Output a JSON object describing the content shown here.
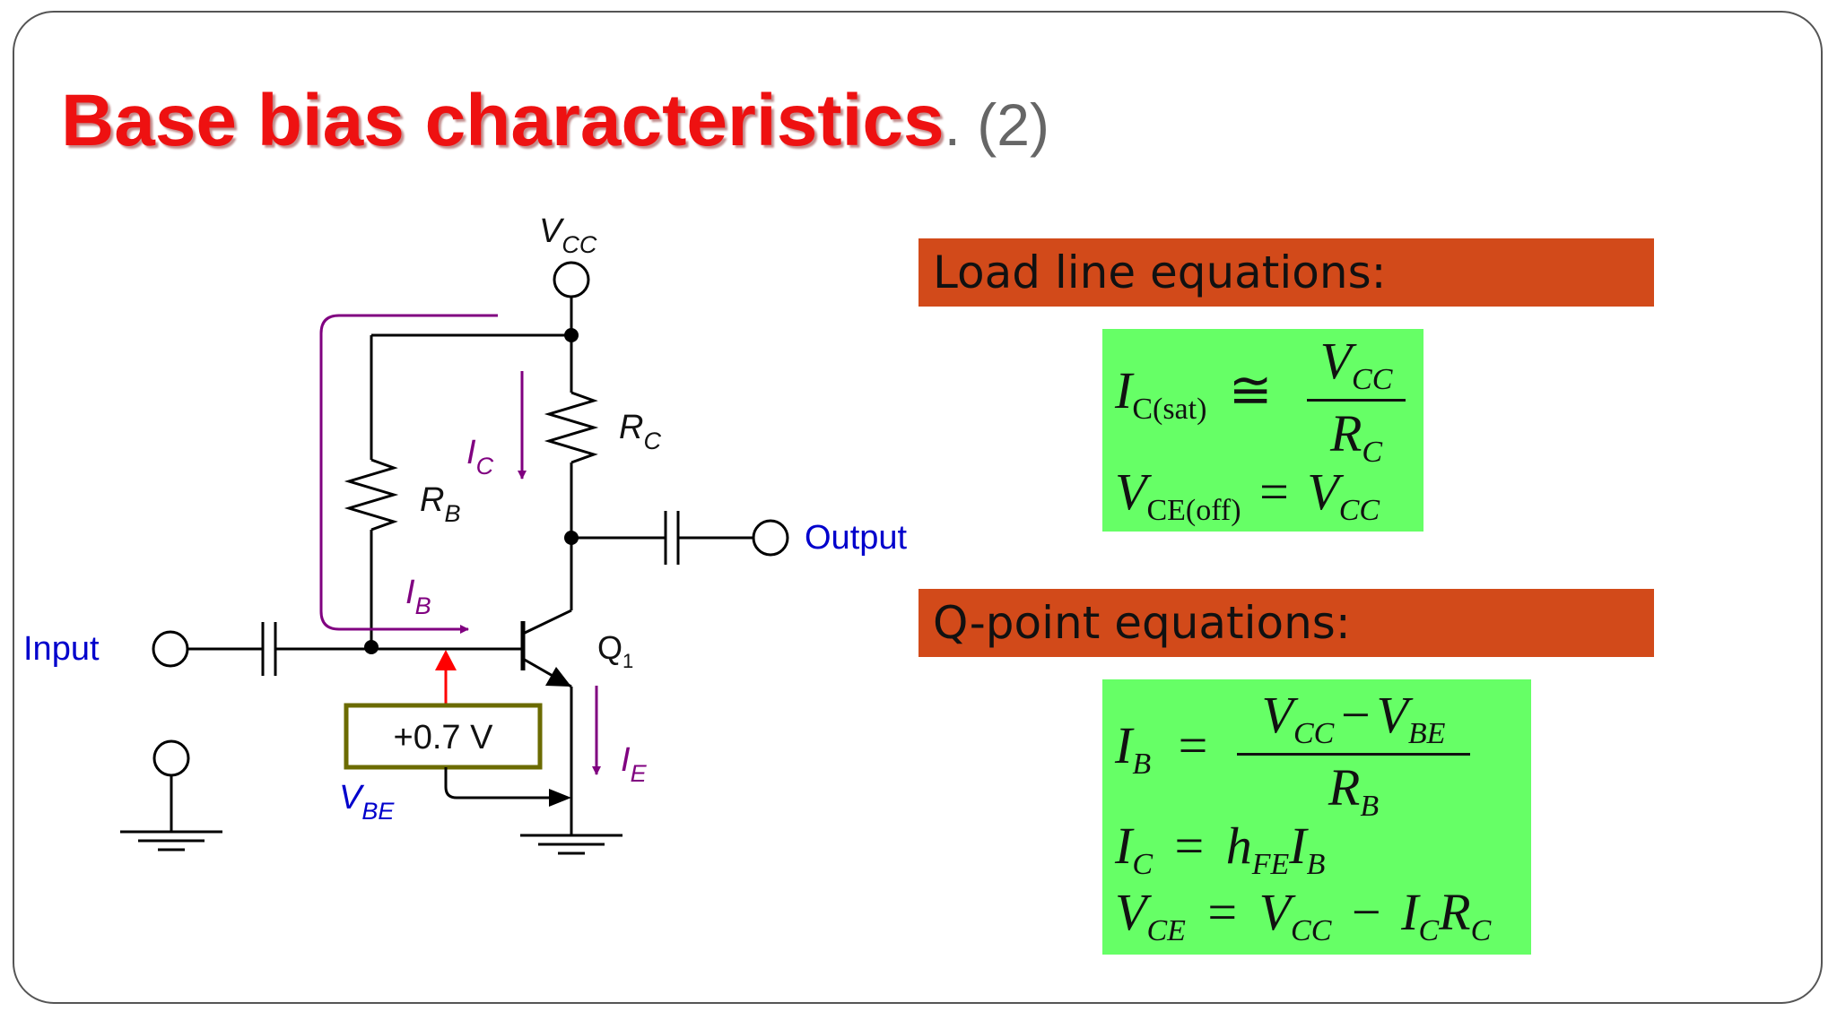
{
  "slide": {
    "title": "Base bias characteristics",
    "title_suffix": ". (2)"
  },
  "circuit": {
    "vcc_label": "V",
    "vcc_sub": "CC",
    "rc_label": "R",
    "rc_sub": "C",
    "rb_label": "R",
    "rb_sub": "B",
    "ic_label": "I",
    "ic_sub": "C",
    "ib_label": "I",
    "ib_sub": "B",
    "ie_label": "I",
    "ie_sub": "E",
    "q_label": "Q",
    "q_sub": "1",
    "input_label": "Input",
    "output_label": "Output",
    "vbe_value": "+0.7 V",
    "vbe_label": "V",
    "vbe_sub": "BE",
    "colors": {
      "wire": "#000000",
      "current_arrow": "#800080",
      "vbe_arrow": "#ff0000",
      "io_label": "#0000cc",
      "vbe_box_border": "#6b6b00"
    }
  },
  "load_line": {
    "header": "Load line equations:",
    "eq1": {
      "lhs": "I",
      "lhs_sub": "C(sat)",
      "op": "≅",
      "num": "V",
      "num_sub": "CC",
      "den": "R",
      "den_sub": "C"
    },
    "eq2": {
      "lhs": "V",
      "lhs_sub": "CE(off)",
      "op": "=",
      "rhs": "V",
      "rhs_sub": "CC"
    }
  },
  "q_point": {
    "header": "Q-point equations:",
    "eq1": {
      "lhs": "I",
      "lhs_sub": "B",
      "op": "=",
      "num_a": "V",
      "num_a_sub": "CC",
      "minus": "−",
      "num_b": "V",
      "num_b_sub": "BE",
      "den": "R",
      "den_sub": "B"
    },
    "eq2": {
      "lhs": "I",
      "lhs_sub": "C",
      "op": "=",
      "h": "h",
      "h_sub": "FE",
      "i": "I",
      "i_sub": "B"
    },
    "eq3": {
      "lhs": "V",
      "lhs_sub": "CE",
      "op": "=",
      "a": "V",
      "a_sub": "CC",
      "minus": "−",
      "b": "I",
      "b_sub": "C",
      "c": "R",
      "c_sub": "C"
    }
  },
  "colors": {
    "title": "#ee1111",
    "header_bg": "#d24a1a",
    "equation_bg": "#66ff66"
  }
}
